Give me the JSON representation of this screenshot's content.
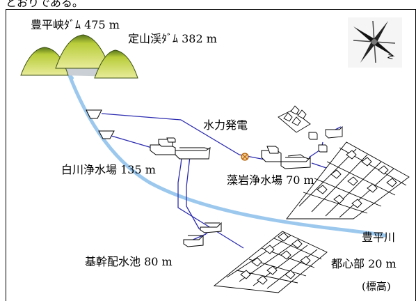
{
  "header_fragment": "とおりである。",
  "labels": {
    "houhei_dam": "豊平峡ﾀﾞﾑ 475 m",
    "jozankei_dam": "定山渓ﾀﾞﾑ 382 m",
    "hydro": "水力発電",
    "shiroishi_plant": "白川浄水場 135 m",
    "moiwa_plant": "藻岩浄水場 70 m",
    "toyohira_river": "豊平川",
    "reservoir": "基幹配水池 80 m",
    "downtown": "都心部 20 m",
    "elevation_note": "(標高)"
  },
  "colors": {
    "river": "#9cc8ee",
    "pipe": "#2b2bb0",
    "mountain_fill": "#d6e16a",
    "mountain_shadow": "#4e6b1a"
  },
  "icons": {
    "compass": "compass-rose-icon",
    "generator": "hydro-generator-icon"
  }
}
